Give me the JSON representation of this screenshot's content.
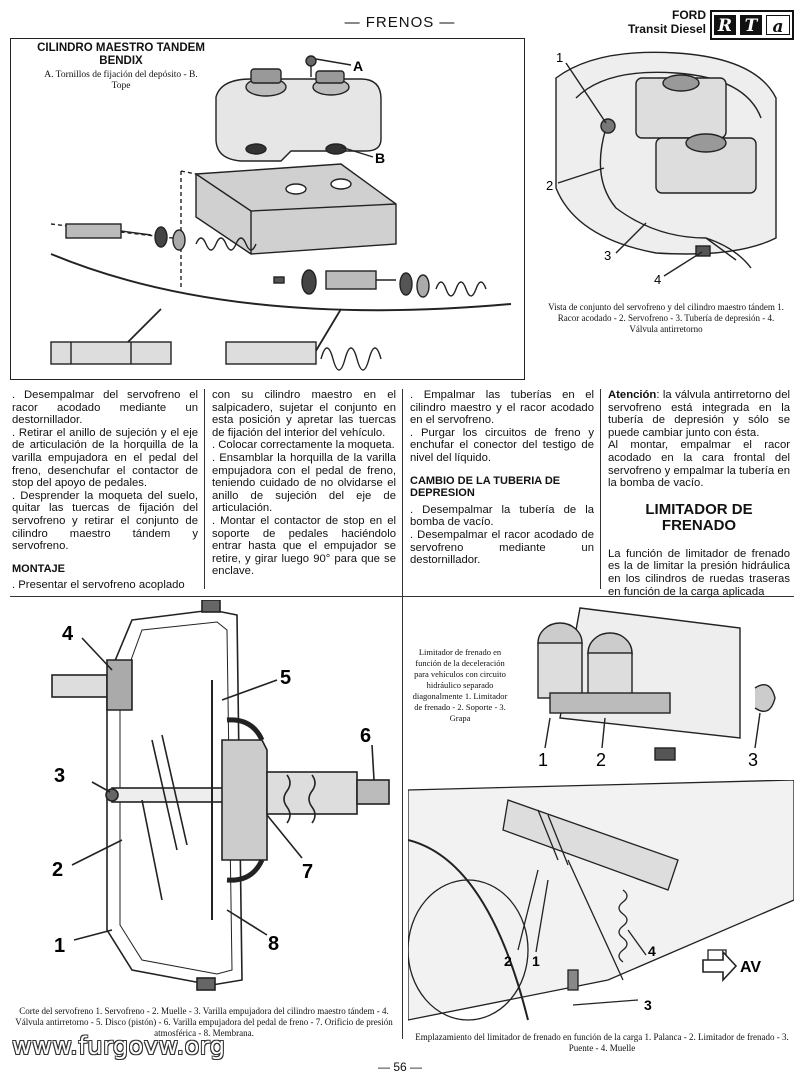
{
  "header": {
    "section": "— FRENOS —",
    "brand": "FORD",
    "model": "Transit Diesel",
    "logo_letters": [
      "R",
      "T",
      "a"
    ]
  },
  "figure1": {
    "title": "CILINDRO MAESTRO TANDEM BENDIX",
    "caption": "A. Tornillos de fijación del depósito - B. Tope",
    "labels": [
      "A",
      "B"
    ]
  },
  "figure2": {
    "caption": "Vista de conjunto del servofreno y del cilindro maestro tándem 1. Racor acodado - 2. Servofreno - 3. Tubería de depresión - 4. Válvula antirretorno",
    "labels": [
      "1",
      "2",
      "3",
      "4"
    ]
  },
  "col1": {
    "p1": ". Desempalmar del servofreno el racor acodado mediante un destornillador.",
    "p2": ". Retirar el anillo de sujeción y el eje de articulación de la horquilla de la varilla empujadora en el pedal del freno, desenchufar el contactor de stop del apoyo de pedales.",
    "p3": ". Desprender la moqueta del suelo, quitar las tuercas de fijación del servofreno y retirar el conjunto de cilindro maestro tándem y servofreno.",
    "heading": "MONTAJE",
    "p4": ". Presentar el servofreno acoplado"
  },
  "col2": {
    "p1": "con su cilindro maestro en el salpicadero, sujetar el conjunto en esta posición y apretar las tuercas de fijación del interior del vehículo.",
    "p2": ". Colocar correctamente la moqueta.",
    "p3": ". Ensamblar la horquilla de la varilla empujadora con el pedal de freno, teniendo cuidado de no olvidarse el anillo de sujeción del eje de articulación.",
    "p4": ". Montar el contactor de stop en el soporte de pedales haciéndolo entrar hasta que el empujador se retire, y girar luego 90° para que se enclave."
  },
  "col3": {
    "p1": ". Empalmar las tuberías en el cilindro maestro y el racor acodado en el servofreno.",
    "p2": ". Purgar los circuitos de freno y enchufar el conector del testigo de nivel del líquido.",
    "heading": "CAMBIO DE LA TUBERIA DE DEPRESION",
    "p3": ". Desempalmar la tubería de la bomba de vacío.",
    "p4": ". Desempalmar el racor acodado de servofreno mediante un destornillador."
  },
  "col4": {
    "lead": "Atención",
    "p1": ": la válvula antirretorno del servofreno está integrada en la tubería de depresión y sólo se puede cambiar junto con ésta.",
    "p2": "Al montar, empalmar el racor acodado en la cara frontal del servofreno y empalmar la tubería en la bomba de vacío.",
    "heading": "LIMITADOR DE FRENADO",
    "p3": "La función de limitador de frenado es la de limitar la presión hidráulica en los cilindros de ruedas traseras en función de la carga aplicada"
  },
  "figure3": {
    "caption": "Corte del servofreno 1. Servofreno - 2. Muelle - 3. Varilla empujadora del cilindro maestro tándem - 4. Válvula antirretorno - 5. Disco (pistón) - 6. Varilla empujadora del pedal de freno - 7. Orificio de presión atmosférica - 8. Membrana.",
    "labels": [
      "1",
      "2",
      "3",
      "4",
      "5",
      "6",
      "7",
      "8"
    ]
  },
  "figure4": {
    "caption": "Limitador de frenado en función de la deceleración para vehículos con circuito hidráulico separado diagonalmente 1. Limitador de frenado - 2. Soporte - 3. Grapa",
    "labels": [
      "1",
      "2",
      "3"
    ]
  },
  "figure5": {
    "caption": "Emplazamiento del limitador de frenado en función de la carga 1. Palanca - 2. Limitador de frenado - 3. Puente - 4. Muelle",
    "labels": [
      "1",
      "2",
      "3",
      "4"
    ],
    "direction": "AV"
  },
  "footer": {
    "page": "— 56 —",
    "watermark": "www.furgovw.org"
  }
}
